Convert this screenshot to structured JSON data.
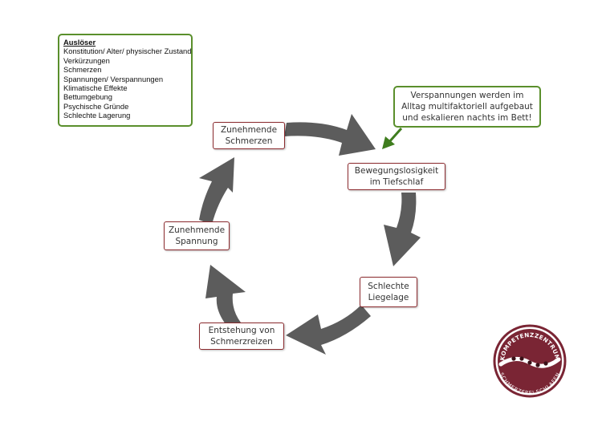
{
  "triggers": {
    "title": "Auslöser",
    "items": [
      "Konstitution/ Alter/ physischer Zustand",
      "Verkürzungen",
      "Schmerzen",
      "Spannungen/ Verspannungen",
      "Klimatische Effekte",
      "Bettumgebung",
      "Psychische Gründe",
      "Schlechte Lagerung"
    ]
  },
  "callout": {
    "text": "Verspannungen werden im\nAlltag multifaktoriell aufgebaut\nund eskalieren nachts im Bett!"
  },
  "cycle": [
    {
      "label": "Zunehmende\nSchmerzen"
    },
    {
      "label": "Bewegungslosigkeit\nim Tiefschlaf"
    },
    {
      "label": "Schlechte\nLiegelage"
    },
    {
      "label": "Entstehung von\nSchmerzreizen"
    },
    {
      "label": "Zunehmende\nSpannung"
    }
  ],
  "logo": {
    "top_text": "KOMPETENZZENTRUM",
    "bottom_text": "SCHMERZFREI SCHLAFEN"
  },
  "colors": {
    "arrow": "#5c5c5c",
    "box_border": "#8b2a2e",
    "frame_border": "#5a8f2c",
    "logo_ring": "#7a2534"
  }
}
